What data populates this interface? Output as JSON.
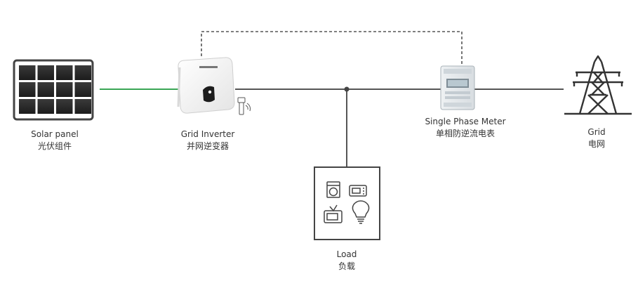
{
  "colors": {
    "pv_line": "#3aa655",
    "ac_line": "#555555",
    "comm_line": "#555555",
    "device_outline": "#444444"
  },
  "nodes": {
    "solar_panel": {
      "label_en": "Solar panel",
      "label_cn": "光伏组件",
      "icon": "solar-panel-icon"
    },
    "inverter": {
      "label_en": "Grid Inverter",
      "label_cn": "并网逆变器",
      "icon": "inverter-icon"
    },
    "meter": {
      "label_en": "Single Phase Meter",
      "label_cn": "单相防逆流电表",
      "icon": "meter-icon"
    },
    "grid": {
      "label_en": "Grid",
      "label_cn": "电网",
      "icon": "power-tower-icon"
    },
    "load": {
      "label_en": "Load",
      "label_cn": "负载",
      "appliances": [
        "washing-machine-icon",
        "microwave-icon",
        "tv-icon",
        "light-bulb-icon"
      ]
    }
  }
}
